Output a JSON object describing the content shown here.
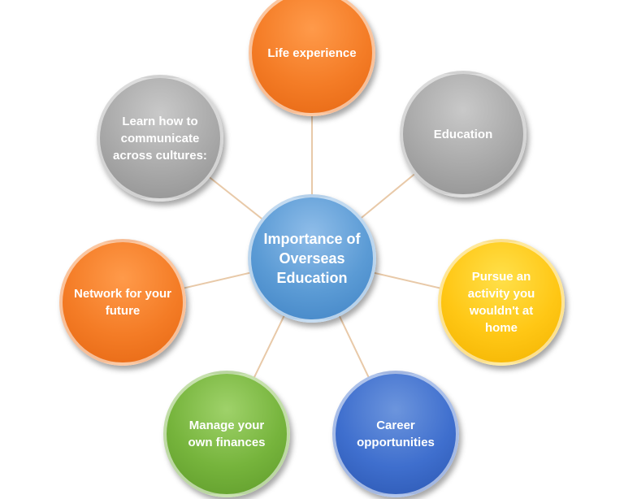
{
  "diagram": {
    "center": {
      "label": "Importance of Overseas Education",
      "color": "#5b9bd5"
    },
    "nodes": [
      {
        "id": "life-experience",
        "label": "Life experience",
        "color": "#f47c26"
      },
      {
        "id": "education",
        "label": "Education",
        "color": "#a9a9a9"
      },
      {
        "id": "pursue-activity",
        "label": "Pursue an activity you wouldn't at home",
        "color": "#ffc715"
      },
      {
        "id": "career-opportunities",
        "label": "Career opportunities",
        "color": "#3f6fce"
      },
      {
        "id": "manage-finances",
        "label": "Manage your own finances",
        "color": "#76b43c"
      },
      {
        "id": "network-future",
        "label": "Network for your future",
        "color": "#f47c26"
      },
      {
        "id": "communicate-cultures",
        "label": "Learn how to communicate across cultures:",
        "color": "#a9a9a9"
      }
    ],
    "connector_color": "#e8c9a8"
  }
}
